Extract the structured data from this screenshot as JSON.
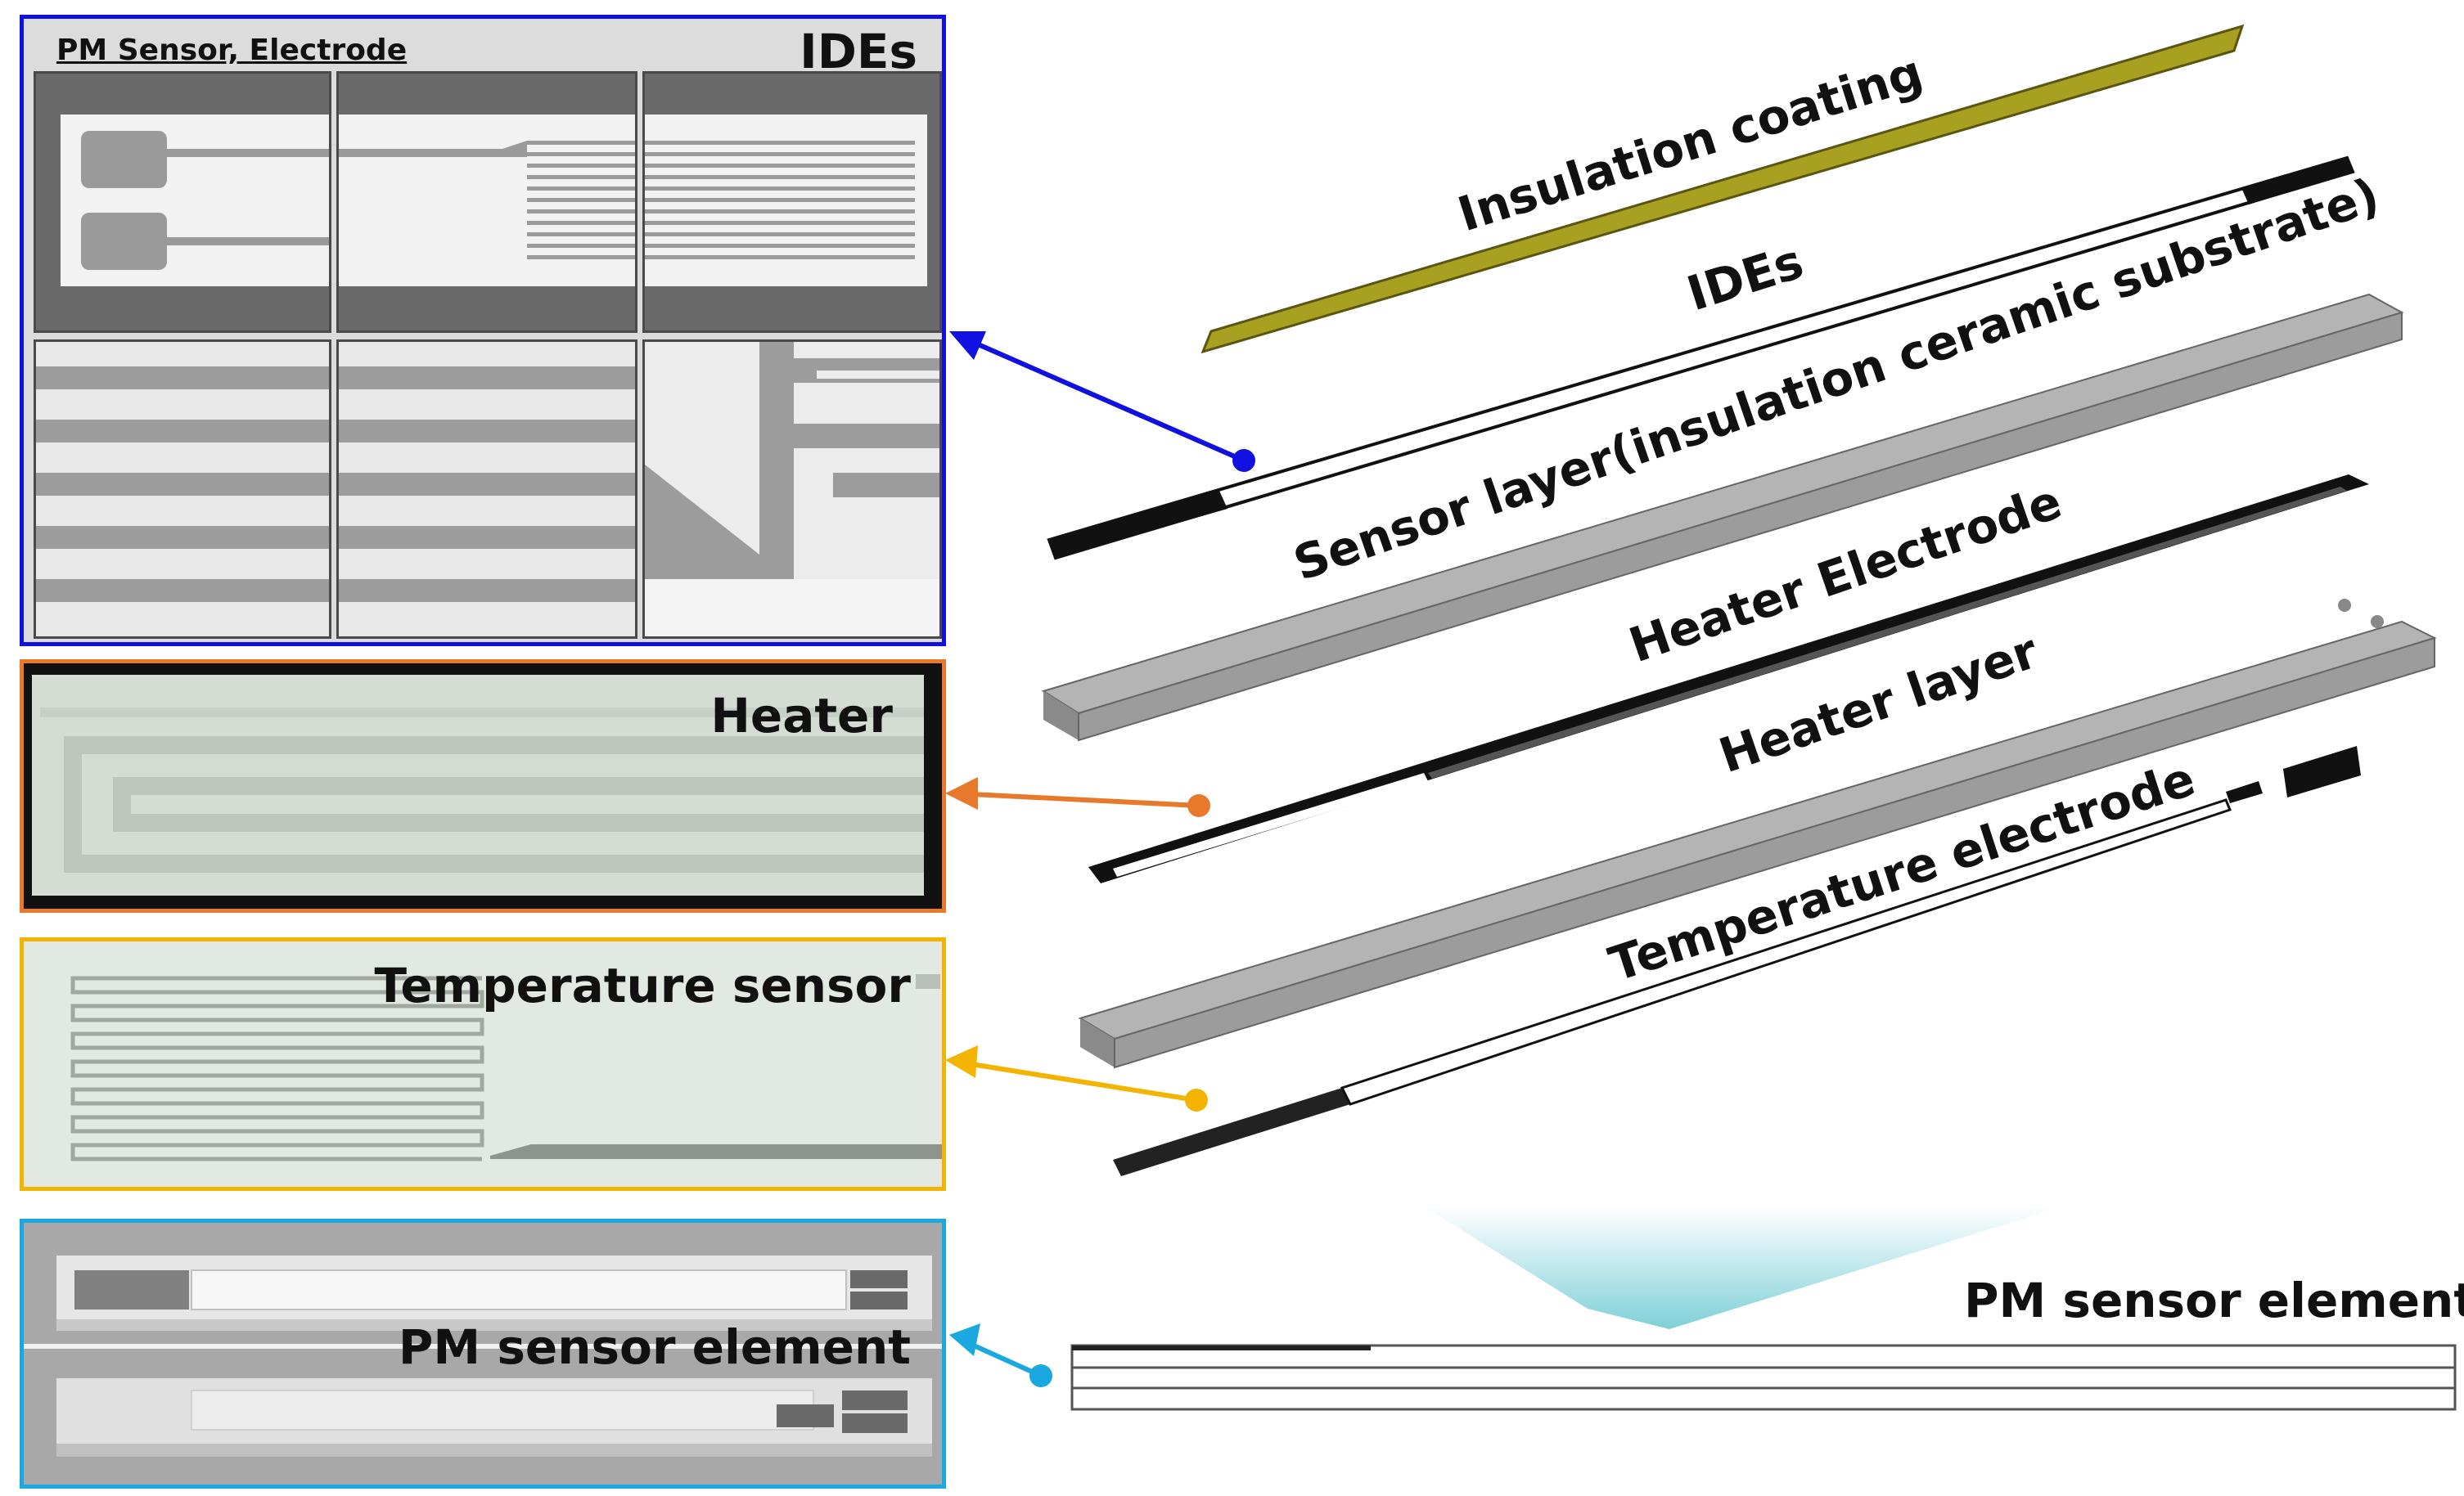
{
  "figure": {
    "panels": {
      "ides": {
        "caption": "PM Sensor, Electrode",
        "title": "IDEs",
        "border_color": "#1010e0"
      },
      "heater": {
        "title": "Heater",
        "border_color": "#e8782a"
      },
      "temperature": {
        "title": "Temperature sensor",
        "border_color": "#f2b400"
      },
      "element": {
        "title": "PM sensor element",
        "border_color": "#1aa8e0"
      }
    },
    "layers": {
      "insulation_coating": "Insulation coating",
      "ides": "IDEs",
      "sensor_layer": "Sensor layer(insulation ceramic substrate)",
      "heater_electrode": "Heater Electrode",
      "heater_layer": "Heater layer",
      "temperature_electrode": "Temperature electrode"
    },
    "assembled_label": "PM sensor element",
    "colors": {
      "coating": "#a8a020",
      "ceramic_top": "#b4b4b4",
      "ceramic_side": "#8a8a8a",
      "electrode": "#111111"
    }
  }
}
